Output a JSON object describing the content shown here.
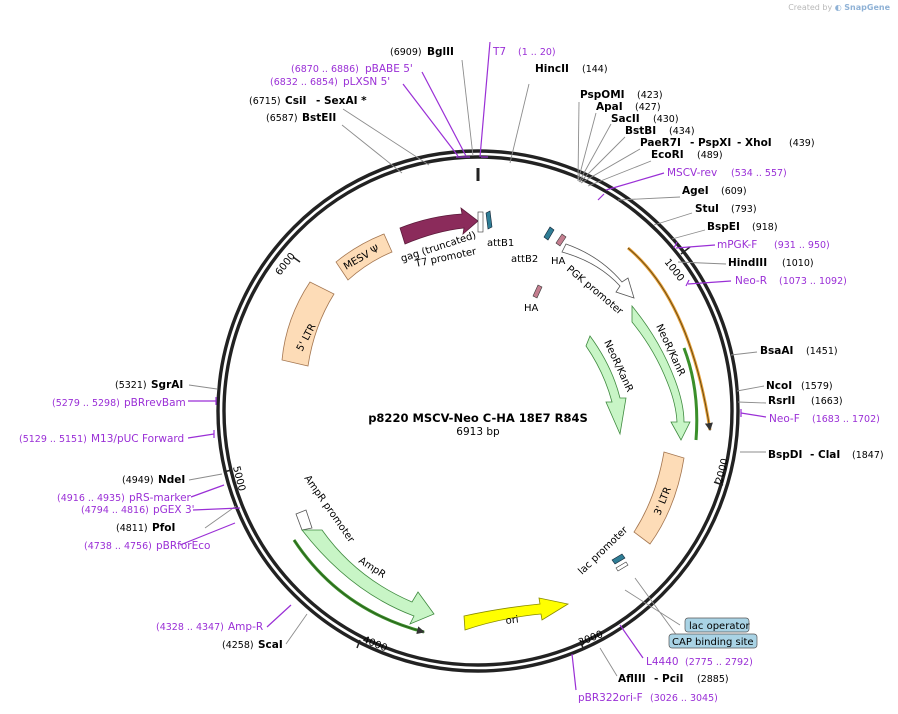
{
  "watermark": {
    "created_by": "Created by",
    "brand": "SnapGene"
  },
  "plasmid": {
    "name": "p8220 MSCV-Neo C-HA 18E7 R84S",
    "size": "6913 bp"
  },
  "ticks": [
    "1000",
    "2000",
    "3000",
    "4000",
    "5000",
    "6000"
  ],
  "sites": [
    {
      "pos": "(6909)",
      "name": "BglII"
    },
    {
      "pos": "(144)",
      "name": "HincII"
    },
    {
      "pos": "(6715)",
      "name": "CsiI",
      "name2": "SexAI *"
    },
    {
      "pos": "(6587)",
      "name": "BstEII"
    },
    {
      "pos": "(423)",
      "name": "PspOMI"
    },
    {
      "pos": "(427)",
      "name": "ApaI"
    },
    {
      "pos": "(430)",
      "name": "SacII"
    },
    {
      "pos": "(434)",
      "name": "BstBI"
    },
    {
      "pos": "(439)",
      "name": "PaeR7I",
      "name2": "PspXI",
      "name3": "XhoI"
    },
    {
      "pos": "(489)",
      "name": "EcoRI"
    },
    {
      "pos": "(609)",
      "name": "AgeI"
    },
    {
      "pos": "(793)",
      "name": "StuI"
    },
    {
      "pos": "(918)",
      "name": "BspEI"
    },
    {
      "pos": "(1010)",
      "name": "HindIII"
    },
    {
      "pos": "(1451)",
      "name": "BsaAI"
    },
    {
      "pos": "(1579)",
      "name": "NcoI"
    },
    {
      "pos": "(1663)",
      "name": "RsrII"
    },
    {
      "pos": "(1847)",
      "name": "BspDI",
      "name2": "ClaI"
    },
    {
      "pos": "(5321)",
      "name": "SgrAI"
    },
    {
      "pos": "(4949)",
      "name": "NdeI"
    },
    {
      "pos": "(4811)",
      "name": "PfoI"
    },
    {
      "pos": "(4258)",
      "name": "ScaI"
    },
    {
      "pos": "(2885)",
      "name": "AflIII",
      "name2": "PciI"
    }
  ],
  "primers": [
    {
      "name": "T7",
      "range": "(1 .. 20)"
    },
    {
      "name": "pBABE 5'",
      "range": "(6870 .. 6886)"
    },
    {
      "name": "pLXSN 5'",
      "range": "(6832 .. 6854)"
    },
    {
      "name": "MSCV-rev",
      "range": "(534 .. 557)"
    },
    {
      "name": "mPGK-F",
      "range": "(931 .. 950)"
    },
    {
      "name": "Neo-R",
      "range": "(1073 .. 1092)"
    },
    {
      "name": "Neo-F",
      "range": "(1683 .. 1702)"
    },
    {
      "name": "pBRrevBam",
      "range": "(5279 .. 5298)"
    },
    {
      "name": "M13/pUC Forward",
      "range": "(5129 .. 5151)"
    },
    {
      "name": "pRS-marker",
      "range": "(4916 .. 4935)"
    },
    {
      "name": "pGEX 3'",
      "range": "(4794 .. 4816)"
    },
    {
      "name": "pBRforEco",
      "range": "(4738 .. 4756)"
    },
    {
      "name": "Amp-R",
      "range": "(4328 .. 4347)"
    },
    {
      "name": "L4440",
      "range": "(2775 .. 2792)"
    },
    {
      "name": "pBR322ori-F",
      "range": "(3026 .. 3045)"
    }
  ],
  "features": [
    {
      "name": "gag (truncated)"
    },
    {
      "name": "T7 promoter"
    },
    {
      "name": "attB1"
    },
    {
      "name": "attB2"
    },
    {
      "name": "HA"
    },
    {
      "name": "HA"
    },
    {
      "name": "PGK promoter"
    },
    {
      "name": "NeoR/KanR"
    },
    {
      "name": "NeoR/KanR"
    },
    {
      "name": "MESV Ψ"
    },
    {
      "name": "5' LTR"
    },
    {
      "name": "3' LTR"
    },
    {
      "name": "AmpR promoter"
    },
    {
      "name": "AmpR"
    },
    {
      "name": "ori"
    },
    {
      "name": "lac promoter"
    },
    {
      "name": "lac operator"
    },
    {
      "name": "CAP binding site"
    }
  ],
  "colors": {
    "primer": "#9a2fd6",
    "gag": "#8b2b5b",
    "ltr": "#fddcb7",
    "marker": "#c8f5c6",
    "ori": "#ffff00",
    "ha": "#c47e8f",
    "att": "#2f7d95",
    "box": "#a9d3e5"
  }
}
